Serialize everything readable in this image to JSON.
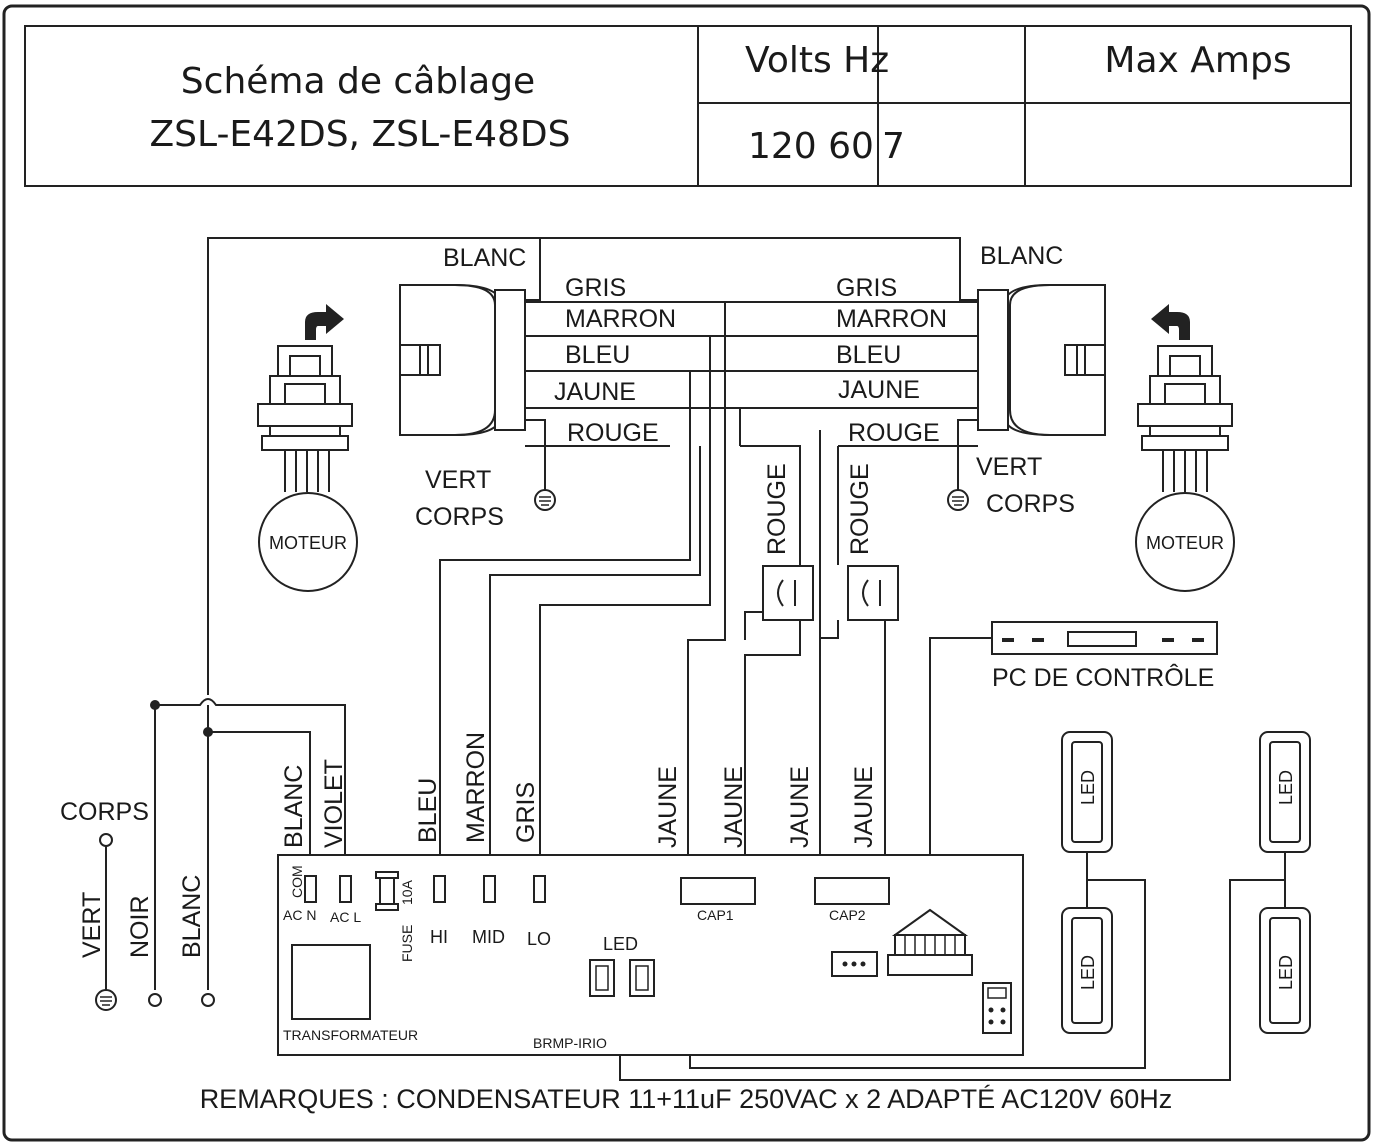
{
  "header": {
    "title_line1": "Schéma de câblage",
    "title_line2": "ZSL-E42DS, ZSL-E48DS",
    "col_volts_hz": "Volts Hz",
    "col_max_amps": "Max Amps",
    "val_volts_hz": "120 60",
    "val_amps": "7"
  },
  "wires_top": {
    "blanc_left": "BLANC",
    "blanc_right": "BLANC",
    "gris_l": "GRIS",
    "gris_r": "GRIS",
    "marron_l": "MARRON",
    "marron_r": "MARRON",
    "bleu_l": "BLEU",
    "bleu_r": "BLEU",
    "jaune_l": "JAUNE",
    "jaune_r": "JAUNE",
    "rouge_l": "ROUGE",
    "rouge_r": "ROUGE",
    "vert_l": "VERT",
    "corps_l": "CORPS",
    "vert_r": "VERT",
    "corps_r": "CORPS"
  },
  "motors": {
    "left": "MOTEUR",
    "right": "MOTEUR"
  },
  "capacitor_wires": {
    "rouge_1": "ROUGE",
    "rouge_2": "ROUGE"
  },
  "control_pc": "PC DE CONTRÔLE",
  "supply": {
    "corps": "CORPS",
    "vert": "VERT",
    "noir": "NOIR",
    "blanc": "BLANC"
  },
  "board_wires": {
    "blanc": "BLANC",
    "violet": "VIOLET",
    "bleu": "BLEU",
    "marron": "MARRON",
    "gris": "GRIS",
    "jaune_1": "JAUNE",
    "jaune_2": "JAUNE",
    "jaune_3": "JAUNE",
    "jaune_4": "JAUNE"
  },
  "board": {
    "com": "COM",
    "ac_n": "AC N",
    "ac_l": "AC L",
    "fuse": "FUSE",
    "fuse_rating": "10A",
    "hi": "HI",
    "mid": "MID",
    "lo": "LO",
    "led": "LED",
    "cap1": "CAP1",
    "cap2": "CAP2",
    "transformer": "TRANSFORMATEUR",
    "model": "BRMP-IRIO"
  },
  "leds": [
    "LED",
    "LED",
    "LED",
    "LED"
  ],
  "remarks": "REMARQUES : CONDENSATEUR 11+11uF 250VAC x 2 ADAPTÉ AC120V 60Hz"
}
